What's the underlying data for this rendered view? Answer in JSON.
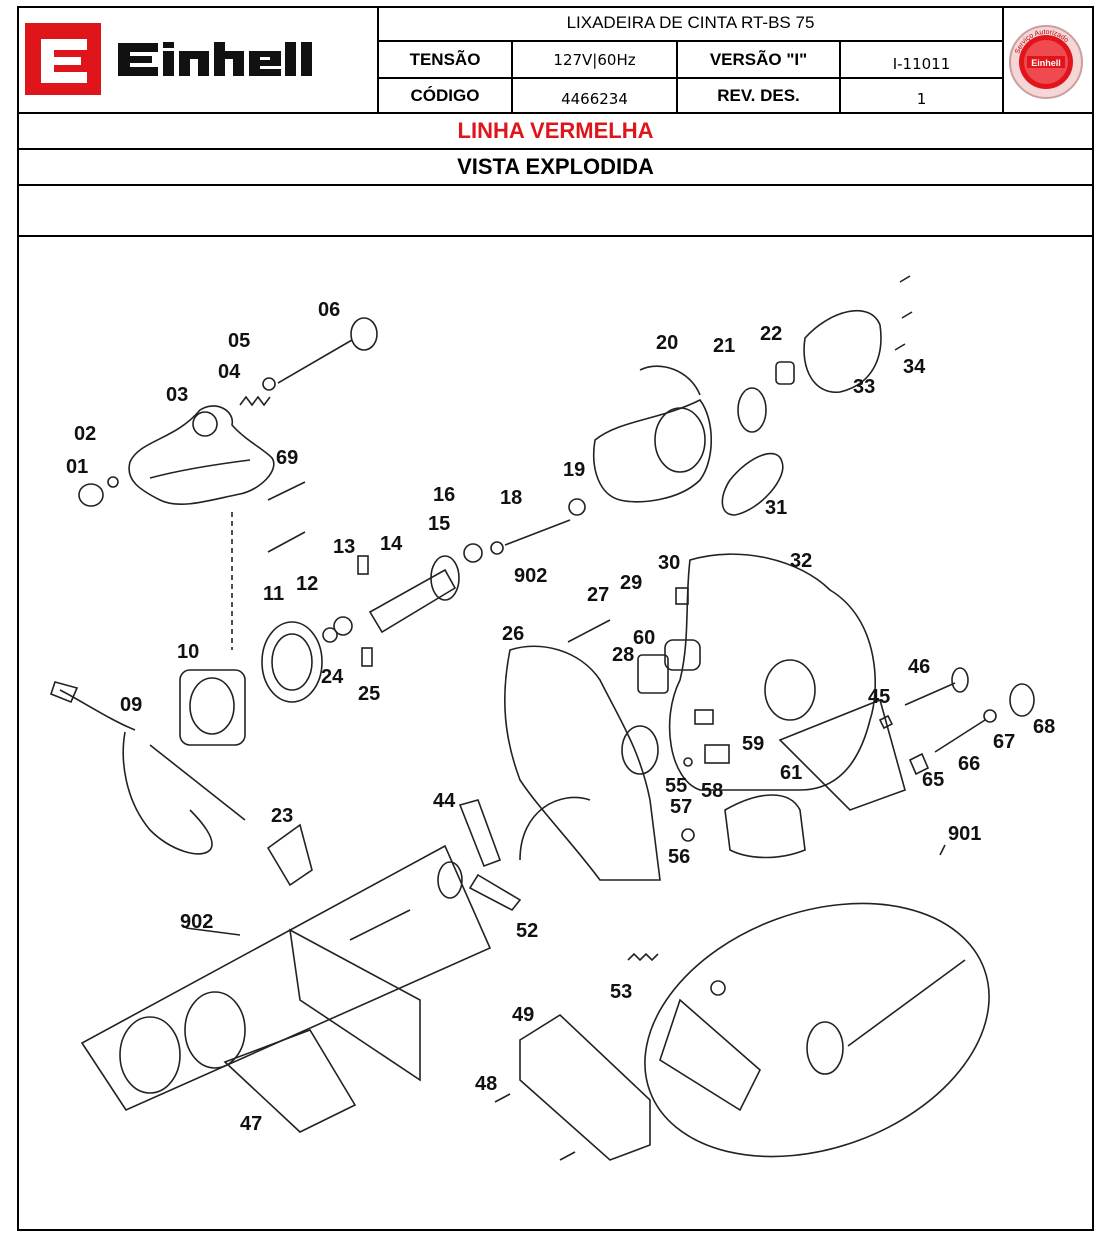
{
  "brand": {
    "logo_text": "Einhell",
    "seal_text": "Serviço Autorizado Einhell"
  },
  "header": {
    "product_title": "LIXADEIRA DE CINTA RT-BS 75",
    "voltage_label": "TENSÃO",
    "voltage_value": "127V|60Hz",
    "version_label": "VERSÃO \"I\"",
    "version_value": "I-11011",
    "code_label": "CÓDIGO",
    "code_value": "4466234",
    "rev_label": "REV. DES.",
    "rev_value": "1"
  },
  "line_title": "LINHA VERMELHA",
  "view_title": "VISTA EXPLODIDA",
  "colors": {
    "accent_red": "#e0141b",
    "line": "#000000"
  },
  "parts": [
    "01",
    "02",
    "03",
    "04",
    "05",
    "06",
    "09",
    "10",
    "11",
    "12",
    "13",
    "14",
    "15",
    "16",
    "18",
    "19",
    "20",
    "21",
    "22",
    "23",
    "24",
    "25",
    "26",
    "27",
    "28",
    "29",
    "30",
    "31",
    "32",
    "33",
    "34",
    "44",
    "45",
    "46",
    "47",
    "48",
    "49",
    "52",
    "53",
    "55",
    "56",
    "57",
    "58",
    "59",
    "60",
    "61",
    "65",
    "66",
    "67",
    "68",
    "69",
    "901",
    "902",
    "902"
  ]
}
